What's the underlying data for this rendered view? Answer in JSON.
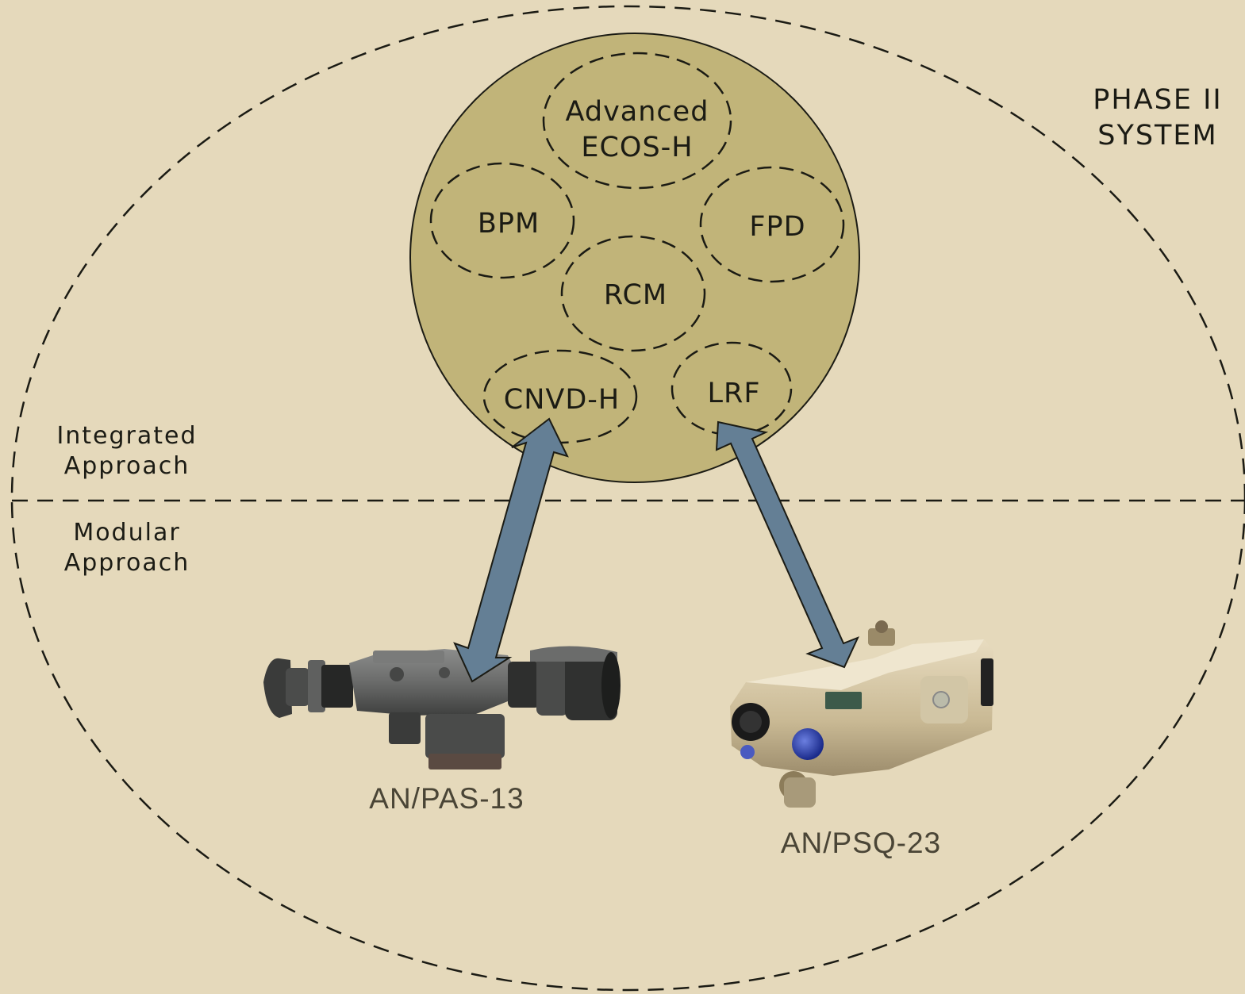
{
  "phase": {
    "line1": "PHASE II",
    "line2": "SYSTEM"
  },
  "approach": {
    "integrated": {
      "line1": "Integrated",
      "line2": "Approach"
    },
    "modular": {
      "line1": "Modular",
      "line2": "Approach"
    }
  },
  "modules": {
    "advanced_ecos": {
      "line1": "Advanced",
      "line2": "ECOS-H"
    },
    "bpm": "BPM",
    "fpd": "FPD",
    "rcm": "RCM",
    "cnvd": "CNVD-H",
    "lrf": "LRF"
  },
  "devices": {
    "pas13": "AN/PAS-13",
    "psq23": "AN/PSQ-23"
  },
  "colors": {
    "background": "#e5d9bb",
    "integrated_circle": "#c1b479",
    "arrow": "#647f95",
    "dashed_line": "#1b1b14"
  },
  "icons": {
    "pas13": "thermal-weapon-sight-image",
    "psq23": "laser-rangefinder-device-image"
  }
}
